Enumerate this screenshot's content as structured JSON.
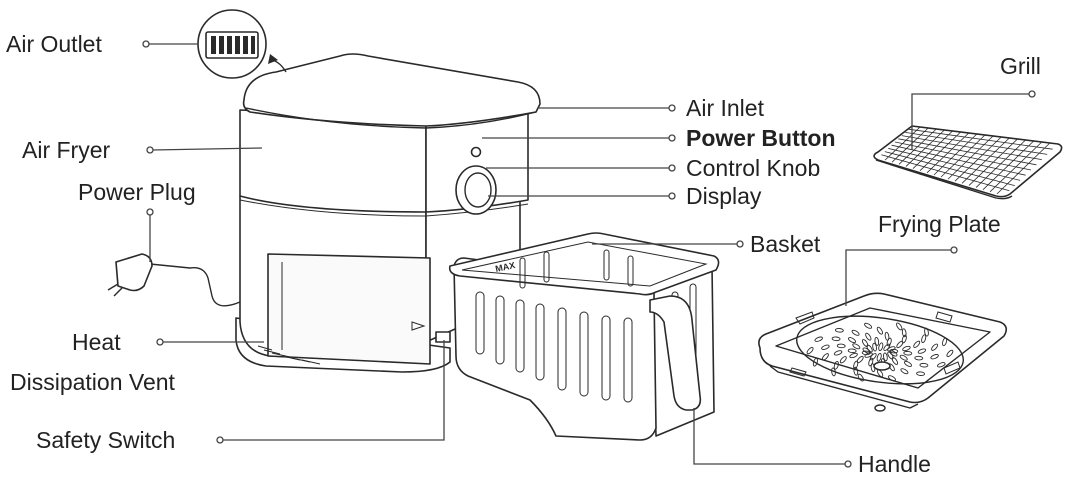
{
  "labels": {
    "air_outlet": "Air Outlet",
    "air_fryer": "Air Fryer",
    "power_plug": "Power Plug",
    "heat": "Heat",
    "dissipation_vent": "Dissipation Vent",
    "safety_switch": "Safety Switch",
    "air_inlet": "Air Inlet",
    "power_button": "Power Button",
    "control_knob": "Control Knob",
    "display": "Display",
    "basket": "Basket",
    "handle": "Handle",
    "grill": "Grill",
    "frying_plate": "Frying Plate",
    "basket_max_mark": "MAX"
  },
  "colors": {
    "line": "#444444",
    "outline": "#2a2a2a",
    "text": "#222222"
  }
}
